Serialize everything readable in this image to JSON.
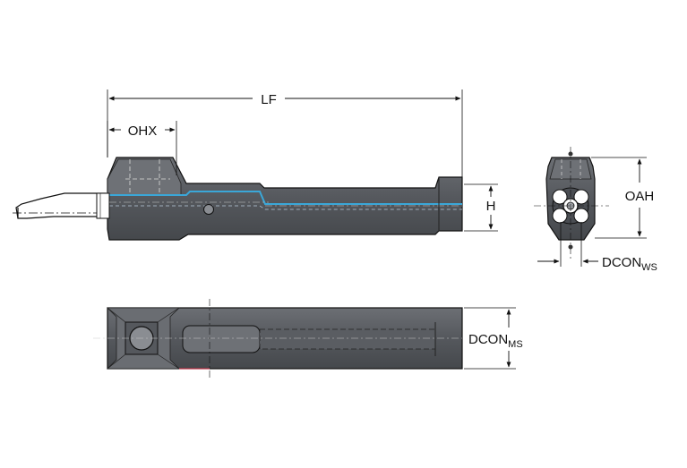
{
  "dimensions": {
    "lf": "LF",
    "ohx": "OHX",
    "h": "H",
    "oah": "OAH",
    "dcon_ws_main": "DCON",
    "dcon_ws_sub": "WS",
    "dcon_ms_main": "DCON",
    "dcon_ms_sub": "MS"
  },
  "colors": {
    "body": "#5a5d62",
    "body_dark": "#3a3c40",
    "body_light": "#8a8d92",
    "line": "#111111",
    "coolant": "#3aa7d8",
    "accent": "#d9334a"
  }
}
